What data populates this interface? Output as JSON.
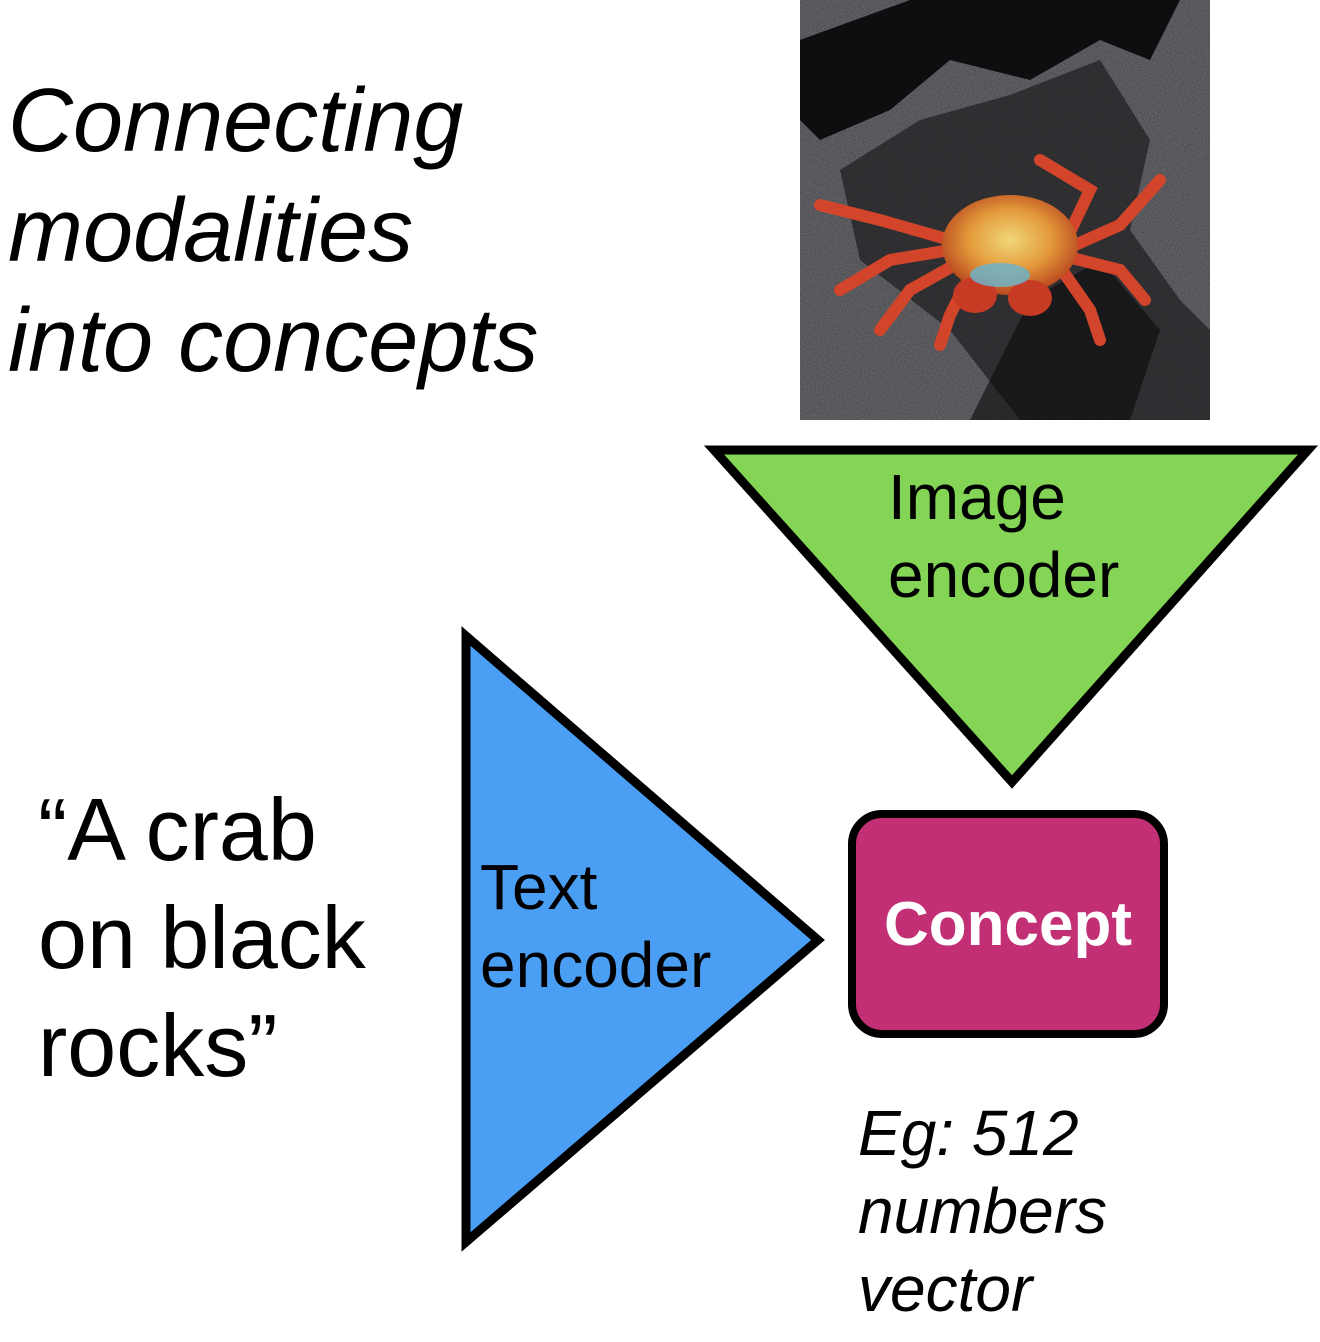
{
  "title": {
    "lines": [
      "Connecting",
      "modalities",
      "into concepts"
    ]
  },
  "caption": {
    "lines": [
      "“A crab",
      "on black",
      "rocks”"
    ]
  },
  "image_encoder": {
    "lines": [
      "Image",
      "encoder"
    ],
    "color": "#84d455"
  },
  "text_encoder": {
    "lines": [
      "Text",
      "encoder"
    ],
    "color": "#4a9ff5"
  },
  "concept": {
    "label": "Concept",
    "color": "#c22f74"
  },
  "note": {
    "lines": [
      "Eg: 512",
      "numbers",
      "vector"
    ]
  },
  "photo": {
    "subject": "red crab on black volcanic rocks"
  }
}
